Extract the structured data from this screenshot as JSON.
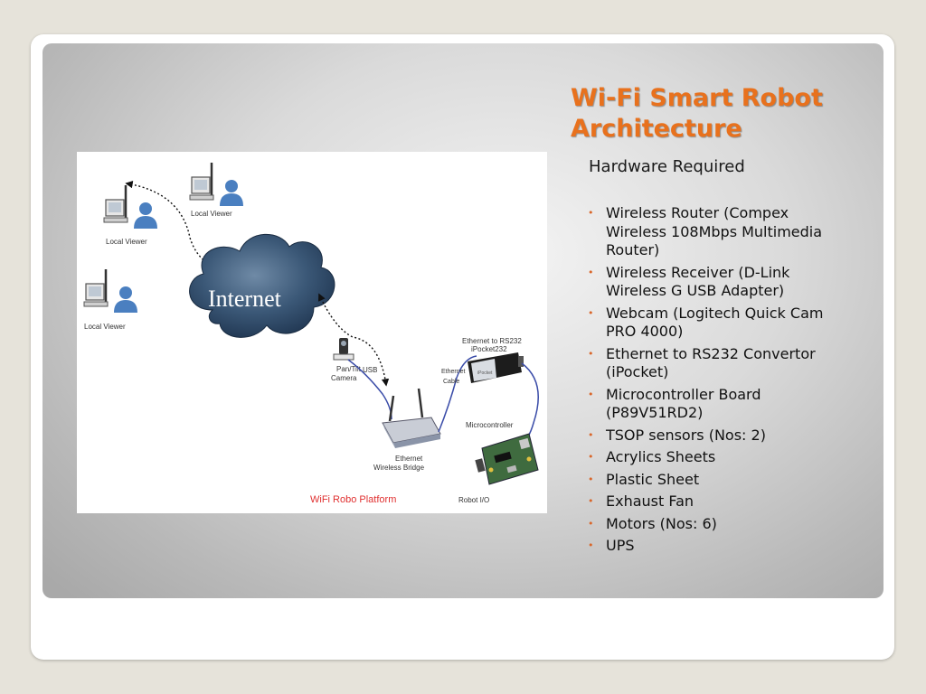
{
  "slide": {
    "title": "Wi-Fi Smart Robot Architecture",
    "subtitle": "Hardware Required",
    "items": [
      "Wireless Router (Compex Wireless 108Mbps Multimedia Router)",
      "Wireless Receiver (D-Link Wireless G USB Adapter)",
      "Webcam (Logitech Quick Cam PRO 4000)",
      "Ethernet to RS232 Convertor (iPocket)",
      "Microcontroller Board (P89V51RD2)",
      "TSOP sensors (Nos: 2)",
      "Acrylics Sheets",
      "Plastic Sheet",
      "Exhaust Fan",
      "Motors (Nos: 6)",
      "UPS"
    ]
  },
  "diagram": {
    "internet": "Internet",
    "local_viewer": "Local Viewer",
    "pan_tilt": "Pan/Tilt",
    "camera": "Camera",
    "usb": "USB",
    "ethernet_cable_1": "Ethernet",
    "ethernet_cable_2": "Cable",
    "eth_rs232_1": "Ethernet to RS232",
    "eth_rs232_2": "iPocket232",
    "microcontroller": "Microcontroller",
    "bridge_1": "Ethernet",
    "bridge_2": "Wireless Bridge",
    "platform": "WiFi Robo Platform",
    "robot_io": "Robot I/O"
  },
  "colors": {
    "title": "#e8711d",
    "bullet": "#d9662a",
    "platform_label": "#e03030",
    "cloud": "#2e4a66"
  }
}
